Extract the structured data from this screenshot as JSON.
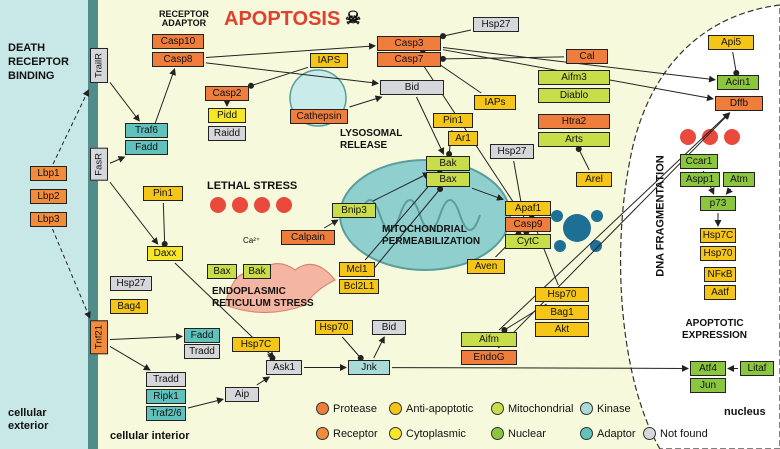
{
  "title": "APOPTOSIS",
  "colors": {
    "protease": "#ef7d3c",
    "receptor": "#f28c3a",
    "anti": "#f5c518",
    "cyto": "#f6e829",
    "mito": "#c9dd4a",
    "nuclear": "#8cc63e",
    "kinase": "#a9dcd8",
    "adaptor": "#5fc2bd",
    "notfound": "#d6d7db",
    "exterior": "#c7e8e7",
    "interior": "#f7f9dc",
    "nucleus_fill": "#ffffff",
    "membrane": "#4f8c8a"
  },
  "region_labels": {
    "death_receptor": "DEATH\nRECEPTOR\nBINDING",
    "cellular_exterior": "cellular\nexterior",
    "cellular_interior": "cellular interior",
    "nucleus": "nucleus",
    "dna_fragmentation": "DNA FRAGMENTATION",
    "lethal_stress": "LETHAL STRESS",
    "lysosomal_release": "LYSOSOMAL\nRELEASE",
    "mito_perm": "MITOCHONDRIAL\nPERMEABILIZATION",
    "er_stress": "ENDOPLASMIC\nRETICULUM STRESS",
    "apoptotic_expression": "APOPTOTIC\nEXPRESSION",
    "receptor_adaptor": "RECEPTOR\nADAPTOR",
    "ca": "Ca²⁺"
  },
  "legend": [
    {
      "label": "Protease",
      "color": "protease"
    },
    {
      "label": "Anti-apoptotic",
      "color": "anti"
    },
    {
      "label": "Mitochondrial",
      "color": "mito"
    },
    {
      "label": "Kinase",
      "color": "kinase"
    },
    {
      "label": "Receptor",
      "color": "receptor"
    },
    {
      "label": "Cytoplasmic",
      "color": "cyto"
    },
    {
      "label": "Nuclear",
      "color": "nuclear"
    },
    {
      "label": "Adaptor",
      "color": "adaptor"
    },
    {
      "label": "Not found",
      "color": "notfound"
    }
  ],
  "nodes": [
    {
      "id": "lbp1",
      "label": "Lbp1",
      "color": "receptor"
    },
    {
      "id": "lbp2",
      "label": "Lbp2",
      "color": "receptor"
    },
    {
      "id": "lbp3",
      "label": "Lbp3",
      "color": "receptor"
    },
    {
      "id": "trailr",
      "label": "TrailR",
      "color": "notfound"
    },
    {
      "id": "fasr",
      "label": "FasR",
      "color": "notfound"
    },
    {
      "id": "tnf21",
      "label": "Tnf21",
      "color": "receptor"
    },
    {
      "id": "traf6",
      "label": "Traf6",
      "color": "adaptor"
    },
    {
      "id": "fadd1",
      "label": "Fadd",
      "color": "adaptor"
    },
    {
      "id": "pin1a",
      "label": "Pin1",
      "color": "anti"
    },
    {
      "id": "daxx",
      "label": "Daxx",
      "color": "cyto"
    },
    {
      "id": "hsp27a",
      "label": "Hsp27",
      "color": "notfound"
    },
    {
      "id": "bag4",
      "label": "Bag4",
      "color": "anti"
    },
    {
      "id": "fadd2",
      "label": "Fadd",
      "color": "adaptor"
    },
    {
      "id": "tradd1",
      "label": "Tradd",
      "color": "notfound"
    },
    {
      "id": "tradd2",
      "label": "Tradd",
      "color": "notfound"
    },
    {
      "id": "ripk1",
      "label": "Ripk1",
      "color": "adaptor"
    },
    {
      "id": "traf26",
      "label": "Traf2/6",
      "color": "adaptor"
    },
    {
      "id": "aip",
      "label": "Aip",
      "color": "notfound"
    },
    {
      "id": "ask1",
      "label": "Ask1",
      "color": "notfound"
    },
    {
      "id": "jnk",
      "label": "Jnk",
      "color": "kinase"
    },
    {
      "id": "hsp7ca",
      "label": "Hsp7C",
      "color": "anti"
    },
    {
      "id": "hsp70a",
      "label": "Hsp70",
      "color": "anti"
    },
    {
      "id": "bid2",
      "label": "Bid",
      "color": "notfound"
    },
    {
      "id": "casp10",
      "label": "Casp10",
      "color": "protease"
    },
    {
      "id": "casp8",
      "label": "Casp8",
      "color": "protease"
    },
    {
      "id": "casp2",
      "label": "Casp2",
      "color": "protease"
    },
    {
      "id": "pidd",
      "label": "Pidd",
      "color": "cyto"
    },
    {
      "id": "raidd",
      "label": "Raidd",
      "color": "notfound"
    },
    {
      "id": "iaps1",
      "label": "IAPS",
      "color": "anti"
    },
    {
      "id": "cathepsin",
      "label": "Cathepsin",
      "color": "protease"
    },
    {
      "id": "bid1",
      "label": "Bid",
      "color": "notfound"
    },
    {
      "id": "casp3",
      "label": "Casp3",
      "color": "protease"
    },
    {
      "id": "casp7",
      "label": "Casp7",
      "color": "protease"
    },
    {
      "id": "hsp27b",
      "label": "Hsp27",
      "color": "notfound"
    },
    {
      "id": "cal",
      "label": "Cal",
      "color": "protease"
    },
    {
      "id": "iaps2",
      "label": "IAPs",
      "color": "anti"
    },
    {
      "id": "aifm3",
      "label": "Aifm3",
      "color": "mito"
    },
    {
      "id": "diablo",
      "label": "Diablo",
      "color": "mito"
    },
    {
      "id": "htra2",
      "label": "Htra2",
      "color": "protease"
    },
    {
      "id": "arts",
      "label": "Arts",
      "color": "mito"
    },
    {
      "id": "pin1b",
      "label": "Pin1",
      "color": "anti"
    },
    {
      "id": "ar1",
      "label": "Ar1",
      "color": "anti"
    },
    {
      "id": "hsp27c",
      "label": "Hsp27",
      "color": "notfound"
    },
    {
      "id": "arel",
      "label": "Arel",
      "color": "anti"
    },
    {
      "id": "bak1",
      "label": "Bak",
      "color": "mito"
    },
    {
      "id": "bax1",
      "label": "Bax",
      "color": "mito"
    },
    {
      "id": "bnip3",
      "label": "Bnip3",
      "color": "mito"
    },
    {
      "id": "calpain",
      "label": "Calpain",
      "color": "protease"
    },
    {
      "id": "bax2",
      "label": "Bax",
      "color": "mito"
    },
    {
      "id": "bak2",
      "label": "Bak",
      "color": "mito"
    },
    {
      "id": "mcl1",
      "label": "Mcl1",
      "color": "anti"
    },
    {
      "id": "bcl2l1",
      "label": "Bcl2L1",
      "color": "anti"
    },
    {
      "id": "apaf1",
      "label": "Apaf1",
      "color": "anti"
    },
    {
      "id": "casp9",
      "label": "Casp9",
      "color": "protease"
    },
    {
      "id": "cytc",
      "label": "CytC",
      "color": "mito"
    },
    {
      "id": "aven",
      "label": "Aven",
      "color": "anti"
    },
    {
      "id": "hsp70b",
      "label": "Hsp70",
      "color": "anti"
    },
    {
      "id": "bag1",
      "label": "Bag1",
      "color": "anti"
    },
    {
      "id": "akt",
      "label": "Akt",
      "color": "anti"
    },
    {
      "id": "aifm",
      "label": "Aifm",
      "color": "mito"
    },
    {
      "id": "endog",
      "label": "EndoG",
      "color": "protease"
    },
    {
      "id": "api5",
      "label": "Api5",
      "color": "anti"
    },
    {
      "id": "acin1",
      "label": "Acin1",
      "color": "nuclear"
    },
    {
      "id": "dffb",
      "label": "Dffb",
      "color": "protease"
    },
    {
      "id": "ccar1",
      "label": "Ccar1",
      "color": "nuclear"
    },
    {
      "id": "aspp1",
      "label": "Aspp1",
      "color": "nuclear"
    },
    {
      "id": "atm",
      "label": "Atm",
      "color": "nuclear"
    },
    {
      "id": "p73",
      "label": "p73",
      "color": "nuclear"
    },
    {
      "id": "hsp7cb",
      "label": "Hsp7C",
      "color": "anti"
    },
    {
      "id": "hsp70c",
      "label": "Hsp70",
      "color": "anti"
    },
    {
      "id": "nfkb",
      "label": "NFκB",
      "color": "anti"
    },
    {
      "id": "aatf",
      "label": "Aatf",
      "color": "anti"
    },
    {
      "id": "atf4",
      "label": "Atf4",
      "color": "nuclear"
    },
    {
      "id": "jun",
      "label": "Jun",
      "color": "nuclear"
    },
    {
      "id": "litaf",
      "label": "Litaf",
      "color": "nuclear"
    }
  ],
  "edges": [
    {
      "from": "lbp1",
      "to": "trailr",
      "type": "dashed"
    },
    {
      "from": "lbp3",
      "to": "tnf21",
      "type": "dashed"
    },
    {
      "from": "trailr",
      "to": "traf6",
      "type": "arrow"
    },
    {
      "from": "fasr",
      "to": "fadd1",
      "type": "arrow"
    },
    {
      "from": "fadd1",
      "to": "casp8",
      "type": "arrow"
    },
    {
      "from": "fasr",
      "to": "daxx",
      "type": "arrow"
    },
    {
      "from": "pin1a",
      "to": "daxx",
      "type": "inhibit"
    },
    {
      "from": "daxx",
      "to": "ask1",
      "type": "arrow"
    },
    {
      "from": "tnf21",
      "to": "fadd2",
      "type": "arrow"
    },
    {
      "from": "tnf21",
      "to": "tradd2",
      "type": "arrow"
    },
    {
      "from": "traf26",
      "to": "aip",
      "type": "arrow"
    },
    {
      "from": "aip",
      "to": "ask1",
      "type": "arrow"
    },
    {
      "from": "ask1",
      "to": "jnk",
      "type": "arrow"
    },
    {
      "from": "hsp7ca",
      "to": "ask1",
      "type": "inhibit"
    },
    {
      "from": "hsp70a",
      "to": "jnk",
      "type": "inhibit"
    },
    {
      "from": "jnk",
      "to": "bid2",
      "type": "arrow"
    },
    {
      "from": "casp8",
      "to": "casp3",
      "type": "arrow"
    },
    {
      "from": "casp8",
      "to": "bid1",
      "type": "arrow"
    },
    {
      "from": "casp2",
      "to": "pidd",
      "type": "arrow"
    },
    {
      "from": "iaps1",
      "to": "casp2",
      "type": "inhibit"
    },
    {
      "from": "cathepsin",
      "to": "bid1",
      "type": "arrow"
    },
    {
      "from": "hsp27b",
      "to": "casp3",
      "type": "inhibit"
    },
    {
      "from": "cal",
      "to": "casp7",
      "type": "inhibit"
    },
    {
      "from": "iaps2",
      "to": "casp3",
      "type": "inhibit"
    },
    {
      "from": "casp3",
      "to": "dffb",
      "type": "arrow"
    },
    {
      "from": "casp3",
      "to": "acin1",
      "type": "arrow"
    },
    {
      "from": "api5",
      "to": "acin1",
      "type": "inhibit"
    },
    {
      "from": "bid1",
      "to": "bak1",
      "type": "arrow"
    },
    {
      "from": "pin1b",
      "to": "bak1",
      "type": "inhibit"
    },
    {
      "from": "bnip3",
      "to": "bak1",
      "type": "arrow"
    },
    {
      "from": "calpain",
      "to": "bnip3",
      "type": "arrow"
    },
    {
      "from": "mcl1",
      "to": "bak1",
      "type": "inhibit"
    },
    {
      "from": "bcl2l1",
      "to": "bax1",
      "type": "inhibit"
    },
    {
      "from": "bax1",
      "to": "apaf1",
      "type": "arrow"
    },
    {
      "from": "aven",
      "to": "casp9",
      "type": "inhibit"
    },
    {
      "from": "hsp70b",
      "to": "apaf1",
      "type": "inhibit"
    },
    {
      "from": "casp9",
      "to": "casp3",
      "type": "arrow"
    },
    {
      "from": "hsp27c",
      "to": "cytc",
      "type": "inhibit"
    },
    {
      "from": "arel",
      "to": "arts",
      "type": "inhibit"
    },
    {
      "from": "aifm",
      "to": "dffb",
      "type": "arrow"
    },
    {
      "from": "endog",
      "to": "dffb",
      "type": "arrow"
    },
    {
      "from": "jnk",
      "to": "atf4",
      "type": "arrow"
    },
    {
      "from": "ccar1",
      "to": "p73",
      "type": "arrow"
    },
    {
      "from": "atm",
      "to": "p73",
      "type": "arrow"
    },
    {
      "from": "p73",
      "to": "hsp7cb",
      "type": "arrow"
    },
    {
      "from": "litaf",
      "to": "atf4",
      "type": "arrow"
    },
    {
      "from": "hsp70b",
      "to": "aifm",
      "type": "inhibit"
    }
  ]
}
